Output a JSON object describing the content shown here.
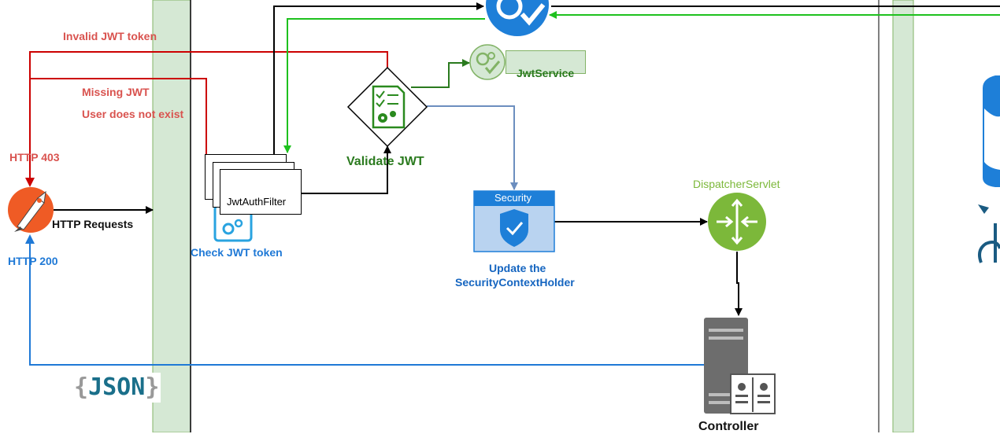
{
  "labels": {
    "invalid_jwt": "Invalid JWT token",
    "missing_jwt": "Missing JWT",
    "user_not_exist": "User does not exist",
    "http_403": "HTTP 403",
    "http_requests": "HTTP Requests",
    "http_200": "HTTP 200",
    "jwt_auth_filter": "JwtAuthFilter",
    "check_jwt": "Check JWT token",
    "validate_jwt": "Validate JWT",
    "jwt_service": "JwtService",
    "security": "Security",
    "update_line1": "Update the",
    "update_line2": "SecurityContextHolder",
    "dispatcher": "DispatcherServlet",
    "controller": "Controller",
    "json": "JSON"
  },
  "colors": {
    "error_red": "#d9534f",
    "error_line": "#cc0000",
    "success_blue": "#1f79d6",
    "flow_black": "#000000",
    "green_dark": "#2a7a1e",
    "green_line": "#1ec11e",
    "lane_green": "#d5e8d4",
    "lane_border": "#82b366",
    "dispatcher_green": "#7cb83a",
    "security_blue": "#1e7fd8",
    "server_gray": "#6d6d6d"
  },
  "icons": {
    "client": "postman-rocket-icon",
    "filter": "gears-icon",
    "validate": "document-check-icon",
    "jwt_service": "gear-check-icon",
    "top_service": "gear-check-icon",
    "security": "shield-check-icon",
    "dispatcher": "router-arrows-icon",
    "controller": "server-icon",
    "database": "database-icon"
  }
}
